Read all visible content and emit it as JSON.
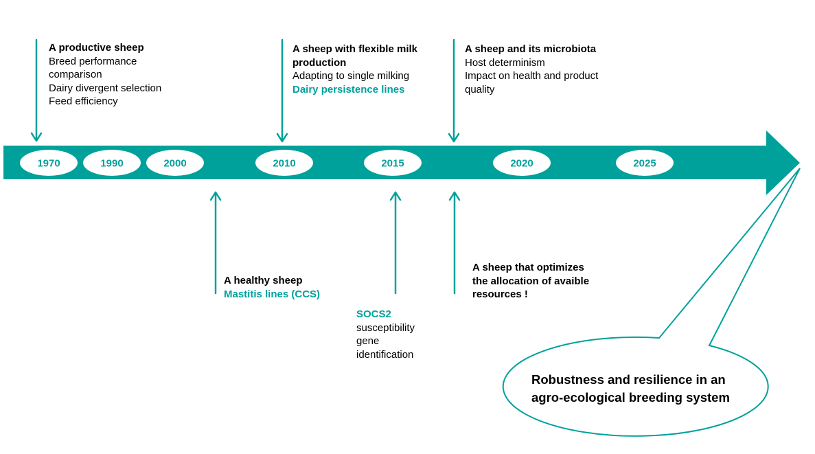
{
  "colors": {
    "accent": "#00a19b",
    "ellipse_fill": "#ffffff",
    "text": "#000000",
    "bubble_outline": "#00a19b"
  },
  "years": [
    "1970",
    "1990",
    "2000",
    "2010",
    "2015",
    "2020",
    "2025"
  ],
  "events": {
    "productive": {
      "title": "A productive sheep",
      "lines": [
        "Breed performance",
        "comparison",
        "Dairy divergent selection",
        "Feed efficiency"
      ]
    },
    "flexible": {
      "title_lines": [
        "A sheep with flexible milk",
        "production"
      ],
      "lines": [
        "Adapting to single milking"
      ],
      "accent": "Dairy persistence lines"
    },
    "microbiota": {
      "title": "A sheep and its microbiota",
      "lines": [
        "Host determinism",
        "Impact on health and product",
        "quality"
      ]
    },
    "healthy": {
      "title": "A healthy sheep",
      "accent": "Mastitis lines (CCS)"
    },
    "socs2": {
      "accent": "SOCS2",
      "lines": [
        "susceptibility",
        "gene",
        "identification"
      ]
    },
    "optimize": {
      "title_lines": [
        "A sheep that optimizes",
        "the allocation of avaible",
        "resources !"
      ]
    }
  },
  "bubble": {
    "lines": [
      "Robustness and resilience in an",
      "agro-ecological breeding system"
    ]
  }
}
